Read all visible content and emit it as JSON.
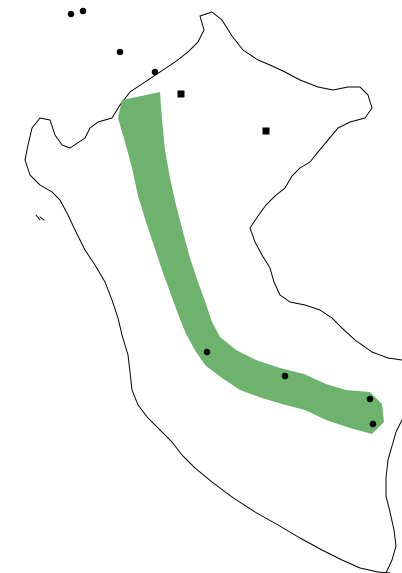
{
  "map": {
    "range_color": "#6db36d",
    "border_color": "#000000",
    "background_color": "#ffffff",
    "markers": [
      {
        "kind": "circle"
      },
      {
        "kind": "circle"
      },
      {
        "kind": "circle"
      },
      {
        "kind": "circle"
      },
      {
        "kind": "circle"
      },
      {
        "kind": "circle"
      },
      {
        "kind": "circle"
      },
      {
        "kind": "circle"
      },
      {
        "kind": "square"
      },
      {
        "kind": "square"
      }
    ]
  }
}
